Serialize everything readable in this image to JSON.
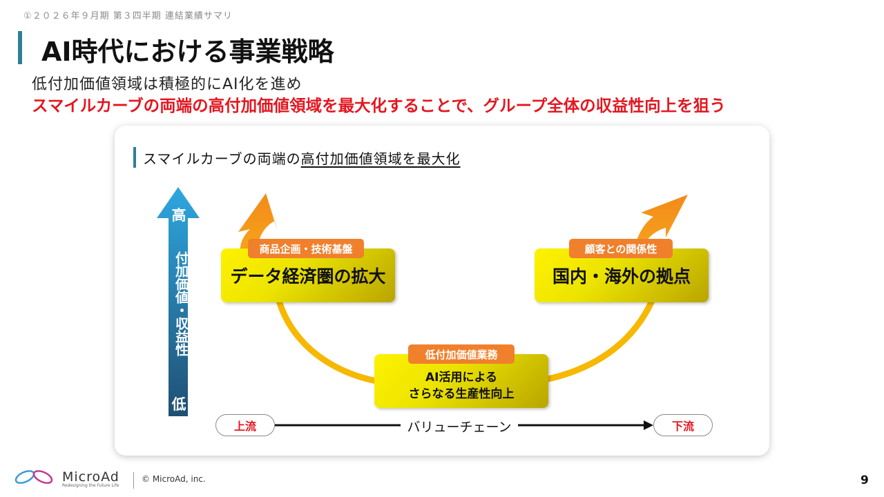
{
  "header": {
    "label": "①２０２６年９月期 第３四半期 連結業績サマリ"
  },
  "title": "AI時代における事業戦略",
  "lead": {
    "line1": "低付加価値領域は積極的にAI化を進め",
    "line2": "スマイルカーブの両端の高付加価値領域を最大化することで、グループ全体の収益性向上を狙う"
  },
  "panel": {
    "title_prefix": "スマイルカーブの両端の",
    "title_underlined": "高付加価値領域を最大化"
  },
  "axis": {
    "high": "高",
    "label": "付加価値・収益性",
    "low": "低"
  },
  "boxes": {
    "left": {
      "tag": "商品企画・技術基盤",
      "text": "データ経済圏の拡大"
    },
    "right": {
      "tag": "顧客との関係性",
      "text": "国内・海外の拠点"
    },
    "bottom": {
      "tag": "低付加価値業務",
      "line1": "AI活用による",
      "line2": "さらなる生産性向上"
    }
  },
  "value_chain": {
    "upstream": "上流",
    "label": "バリューチェーン",
    "downstream": "下流"
  },
  "footer": {
    "logo": "MicroAd",
    "logo_tagline": "Redesigning the Future Life",
    "copyright": "© MicroAd, inc.",
    "page_number": "9"
  },
  "colors": {
    "accent_teal": "#2f7f96",
    "highlight_red": "#e4161f",
    "tag_orange": "#f0802c",
    "box_yellow": "#fff200",
    "curve_yellow": "#f6b800",
    "arrow_orange": "#f39a1e"
  }
}
